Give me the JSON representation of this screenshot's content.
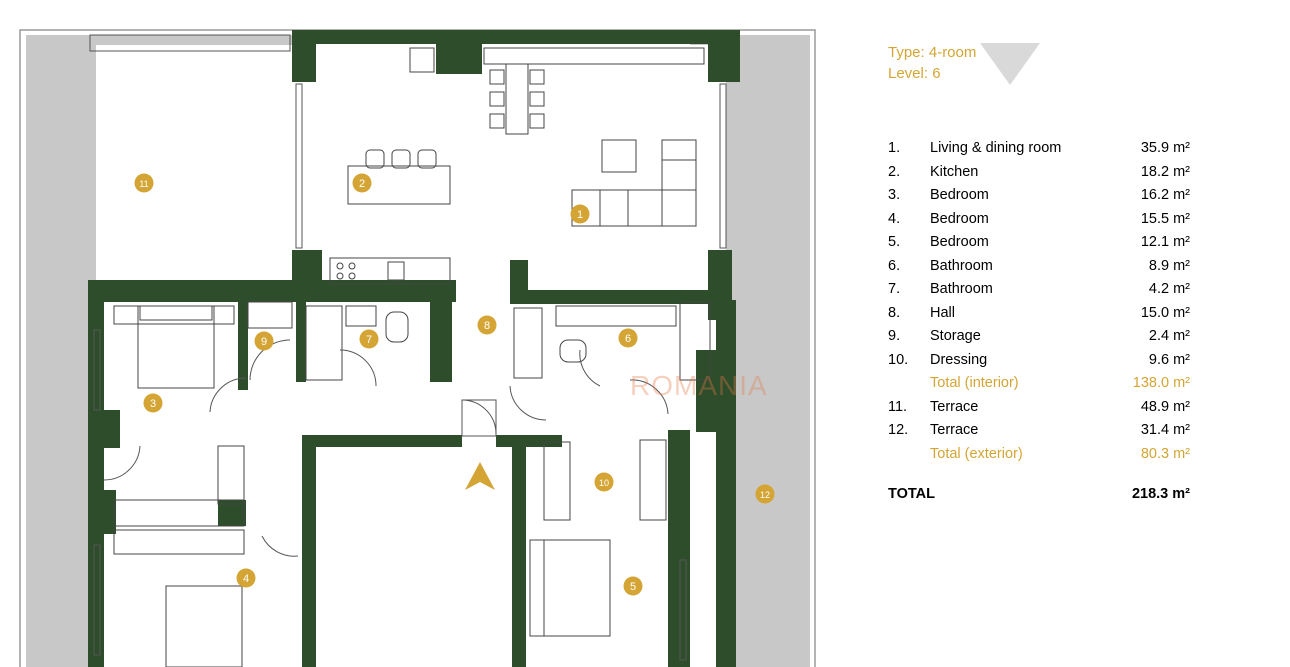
{
  "header": {
    "type_line": "Type: 4-room",
    "level_line": "Level: 6"
  },
  "rooms": [
    {
      "num": "1.",
      "name": "Living & dining room",
      "area": "35.9 m²"
    },
    {
      "num": "2.",
      "name": "Kitchen",
      "area": "18.2 m²"
    },
    {
      "num": "3.",
      "name": "Bedroom",
      "area": "16.2 m²"
    },
    {
      "num": "4.",
      "name": "Bedroom",
      "area": "15.5 m²"
    },
    {
      "num": "5.",
      "name": "Bedroom",
      "area": "12.1 m²"
    },
    {
      "num": "6.",
      "name": "Bathroom",
      "area": "8.9 m²"
    },
    {
      "num": "7.",
      "name": "Bathroom",
      "area": "4.2 m²"
    },
    {
      "num": "8.",
      "name": "Hall",
      "area": "15.0 m²"
    },
    {
      "num": "9.",
      "name": "Storage",
      "area": "2.4 m²"
    },
    {
      "num": "10.",
      "name": "Dressing",
      "area": "9.6 m²"
    },
    {
      "num": "",
      "name": "Total (interior)",
      "area": "138.0 m²"
    },
    {
      "num": "11.",
      "name": "Terrace",
      "area": "48.9 m²"
    },
    {
      "num": "12.",
      "name": "Terrace",
      "area": "31.4 m²"
    },
    {
      "num": "",
      "name": "Total (exterior)",
      "area": "80.3 m²"
    }
  ],
  "total": {
    "label": "TOTAL",
    "area": "218.3 m²"
  },
  "plan_markers": [
    "1",
    "2",
    "3",
    "4",
    "5",
    "6",
    "7",
    "8",
    "9",
    "10",
    "11",
    "12"
  ],
  "watermark": "ROMANIA",
  "colors": {
    "wall": "#2e4e2b",
    "terrace": "#c8c8c8",
    "accent": "#d4a534",
    "floor": "#ffffff"
  }
}
